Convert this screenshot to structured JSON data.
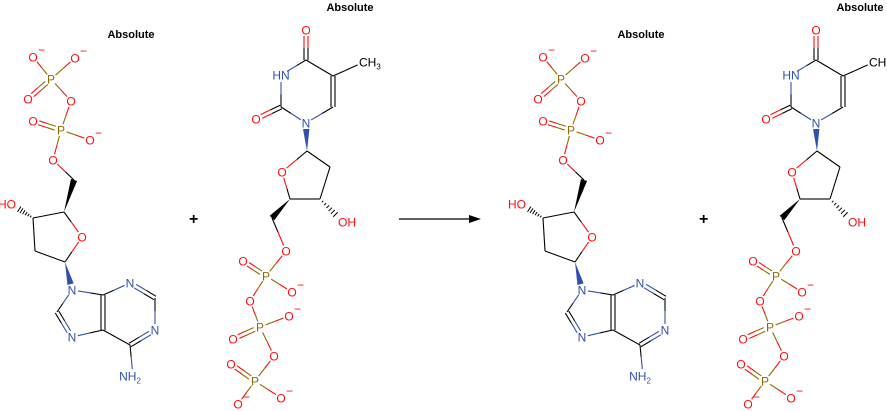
{
  "diagram": {
    "type": "chemical-reaction",
    "arrow_label": "",
    "plus_sign": "+",
    "stereo_label": "Absolute",
    "colors": {
      "carbon": "#000000",
      "oxygen": "#ff0d0d",
      "nitrogen": "#3050b0",
      "phosphorus": "#8f6b00",
      "arrow": "#000000"
    },
    "reactants": [
      "dADP",
      "dTTP"
    ],
    "products": [
      "dADP",
      "dTTP"
    ],
    "molecules": {
      "dADP": {
        "name": "dADP",
        "label": "Absolute",
        "atoms": [
          {
            "id": "P1",
            "el": "P",
            "t": "P"
          },
          {
            "id": "O1a",
            "el": "O",
            "t": "O",
            "charge": "−"
          },
          {
            "id": "O1b",
            "el": "O",
            "t": "O",
            "charge": "−"
          },
          {
            "id": "O1c",
            "el": "O",
            "t": "O"
          },
          {
            "id": "Ob",
            "el": "O",
            "t": "O"
          },
          {
            "id": "P2",
            "el": "P",
            "t": "P"
          },
          {
            "id": "O2a",
            "el": "O",
            "t": "O"
          },
          {
            "id": "O2b",
            "el": "O",
            "t": "O",
            "charge": "−"
          },
          {
            "id": "O5",
            "el": "O",
            "t": "O"
          },
          {
            "id": "C5p",
            "el": "C",
            "t": ""
          },
          {
            "id": "C4p",
            "el": "C",
            "t": ""
          },
          {
            "id": "O4p",
            "el": "O",
            "t": "O"
          },
          {
            "id": "C1p",
            "el": "C",
            "t": ""
          },
          {
            "id": "C2p",
            "el": "C",
            "t": ""
          },
          {
            "id": "C3p",
            "el": "C",
            "t": ""
          },
          {
            "id": "O3p",
            "el": "O",
            "t": "HO"
          },
          {
            "id": "N9",
            "el": "N",
            "t": "N"
          },
          {
            "id": "C8",
            "el": "C",
            "t": ""
          },
          {
            "id": "N7",
            "el": "N",
            "t": "N"
          },
          {
            "id": "C5",
            "el": "C",
            "t": ""
          },
          {
            "id": "C4",
            "el": "C",
            "t": ""
          },
          {
            "id": "N3",
            "el": "N",
            "t": "N"
          },
          {
            "id": "C2",
            "el": "C",
            "t": ""
          },
          {
            "id": "N1",
            "el": "N",
            "t": "N"
          },
          {
            "id": "C6",
            "el": "C",
            "t": ""
          },
          {
            "id": "N6",
            "el": "N",
            "t": "NH2"
          }
        ],
        "bonds": [
          [
            "P1",
            "O1a",
            1
          ],
          [
            "P1",
            "O1b",
            1
          ],
          [
            "P1",
            "O1c",
            2
          ],
          [
            "P1",
            "Ob",
            1
          ],
          [
            "Ob",
            "P2",
            1
          ],
          [
            "P2",
            "O2a",
            2
          ],
          [
            "P2",
            "O2b",
            1
          ],
          [
            "P2",
            "O5",
            1
          ],
          [
            "O5",
            "C5p",
            1
          ],
          [
            "C4p",
            "C5p",
            "wedge"
          ],
          [
            "C4p",
            "O4p",
            1
          ],
          [
            "O4p",
            "C1p",
            1
          ],
          [
            "C1p",
            "C2p",
            1
          ],
          [
            "C2p",
            "C3p",
            1
          ],
          [
            "C3p",
            "C4p",
            1
          ],
          [
            "C3p",
            "O3p",
            "hash"
          ],
          [
            "C1p",
            "N9",
            "wedge"
          ],
          [
            "N9",
            "C8",
            1
          ],
          [
            "C8",
            "N7",
            2
          ],
          [
            "N7",
            "C5",
            1
          ],
          [
            "C5",
            "C4",
            2
          ],
          [
            "C4",
            "N9",
            1
          ],
          [
            "C4",
            "N3",
            1
          ],
          [
            "N3",
            "C2",
            2
          ],
          [
            "C2",
            "N1",
            1
          ],
          [
            "N1",
            "C6",
            2
          ],
          [
            "C6",
            "C5",
            1
          ],
          [
            "C6",
            "N6",
            1
          ]
        ]
      },
      "dTTP": {
        "name": "dTTP",
        "label": "Absolute",
        "atoms": [
          {
            "id": "O4",
            "el": "O",
            "t": "O"
          },
          {
            "id": "C4",
            "el": "C",
            "t": ""
          },
          {
            "id": "C5",
            "el": "C",
            "t": ""
          },
          {
            "id": "Me",
            "el": "C",
            "t": "CH3"
          },
          {
            "id": "C6",
            "el": "C",
            "t": ""
          },
          {
            "id": "N1",
            "el": "N",
            "t": "N"
          },
          {
            "id": "C2",
            "el": "C",
            "t": ""
          },
          {
            "id": "O2",
            "el": "O",
            "t": "O"
          },
          {
            "id": "N3",
            "el": "N",
            "t": "HN"
          },
          {
            "id": "C1p",
            "el": "C",
            "t": ""
          },
          {
            "id": "O4p",
            "el": "O",
            "t": "O"
          },
          {
            "id": "C4p",
            "el": "C",
            "t": ""
          },
          {
            "id": "C3p",
            "el": "C",
            "t": ""
          },
          {
            "id": "C2p",
            "el": "C",
            "t": ""
          },
          {
            "id": "O3p",
            "el": "O",
            "t": "OH"
          },
          {
            "id": "C5p",
            "el": "C",
            "t": ""
          },
          {
            "id": "O5p",
            "el": "O",
            "t": "O"
          },
          {
            "id": "Pa",
            "el": "P",
            "t": "P"
          },
          {
            "id": "Pa_O1",
            "el": "O",
            "t": "O"
          },
          {
            "id": "Pa_O2",
            "el": "O",
            "t": "O",
            "charge": "−"
          },
          {
            "id": "Oab",
            "el": "O",
            "t": "O"
          },
          {
            "id": "Pb",
            "el": "P",
            "t": "P"
          },
          {
            "id": "Pb_O1",
            "el": "O",
            "t": "O",
            "charge": "−"
          },
          {
            "id": "Pb_O2",
            "el": "O",
            "t": "O"
          },
          {
            "id": "Obg",
            "el": "O",
            "t": "O"
          },
          {
            "id": "Pg",
            "el": "P",
            "t": "P"
          },
          {
            "id": "Pg_O1",
            "el": "O",
            "t": "O"
          },
          {
            "id": "Pg_O2",
            "el": "O",
            "t": "O",
            "charge": "−"
          },
          {
            "id": "Pg_O3",
            "el": "O",
            "t": "O",
            "charge": "−"
          }
        ],
        "bonds": [
          [
            "C4",
            "O4",
            2
          ],
          [
            "C4",
            "C5",
            1
          ],
          [
            "C5",
            "Me",
            1
          ],
          [
            "C5",
            "C6",
            2
          ],
          [
            "C6",
            "N1",
            1
          ],
          [
            "N1",
            "C2",
            1
          ],
          [
            "C2",
            "O2",
            2
          ],
          [
            "C2",
            "N3",
            1
          ],
          [
            "N3",
            "C4",
            1
          ],
          [
            "C1p",
            "N1",
            "wedge"
          ],
          [
            "C1p",
            "O4p",
            1
          ],
          [
            "O4p",
            "C4p",
            1
          ],
          [
            "C4p",
            "C3p",
            1
          ],
          [
            "C3p",
            "C2p",
            1
          ],
          [
            "C2p",
            "C1p",
            1
          ],
          [
            "C3p",
            "O3p",
            "hash"
          ],
          [
            "C4p",
            "C5p",
            "wedge"
          ],
          [
            "C5p",
            "O5p",
            1
          ],
          [
            "O5p",
            "Pa",
            1
          ],
          [
            "Pa",
            "Pa_O1",
            2
          ],
          [
            "Pa",
            "Pa_O2",
            1
          ],
          [
            "Pa",
            "Oab",
            1
          ],
          [
            "Oab",
            "Pb",
            1
          ],
          [
            "Pb",
            "Pb_O1",
            1
          ],
          [
            "Pb",
            "Pb_O2",
            2
          ],
          [
            "Pb",
            "Obg",
            1
          ],
          [
            "Obg",
            "Pg",
            1
          ],
          [
            "Pg",
            "Pg_O1",
            2
          ],
          [
            "Pg",
            "Pg_O2",
            1
          ],
          [
            "Pg",
            "Pg_O3",
            1
          ]
        ]
      }
    }
  }
}
